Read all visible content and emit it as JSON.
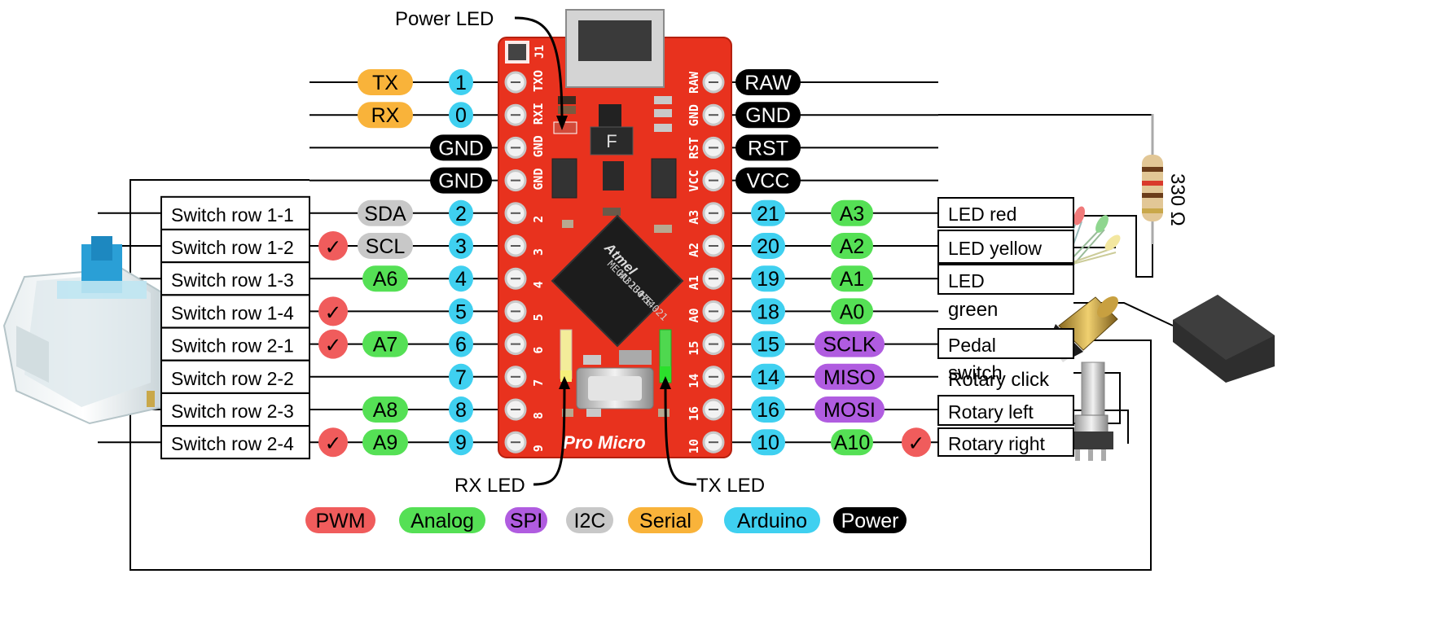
{
  "annotations": {
    "power_led": "Power LED",
    "rx_led": "RX LED",
    "tx_led": "TX LED"
  },
  "board": {
    "name": "Pro Micro",
    "chip_brand": "Atmel",
    "chip_lines": [
      "MEGA32U4",
      "MU",
      "1307E",
      "HS4021"
    ],
    "header_label": "J1",
    "regulator_label": "F",
    "left_silk": [
      "TXO",
      "RXI",
      "GND",
      "GND",
      "2",
      "3",
      "4",
      "5",
      "6",
      "7",
      "8",
      "9"
    ],
    "right_silk": [
      "RAW",
      "GND",
      "RST",
      "VCC",
      "A3",
      "A2",
      "A1",
      "A0",
      "15",
      "14",
      "16",
      "10"
    ]
  },
  "colors": {
    "pwm": "#f05c5c",
    "analog": "#55e055",
    "spi": "#b05ce0",
    "i2c": "#c8c8c8",
    "serial": "#f9b33a",
    "arduino": "#3fd0f0",
    "power": "#000000",
    "board_red": "#e8321e"
  },
  "left_pins": [
    {
      "arduino": "1",
      "serial": "TX"
    },
    {
      "arduino": "0",
      "serial": "RX"
    },
    {
      "power": "GND"
    },
    {
      "power": "GND"
    },
    {
      "arduino": "2",
      "i2c": "SDA",
      "connection": "Switch row 1-1"
    },
    {
      "arduino": "3",
      "i2c": "SCL",
      "pwm": "✓",
      "connection": "Switch row 1-2"
    },
    {
      "arduino": "4",
      "analog": "A6",
      "connection": "Switch row 1-3"
    },
    {
      "arduino": "5",
      "pwm": "✓",
      "connection": "Switch row 1-4"
    },
    {
      "arduino": "6",
      "analog": "A7",
      "pwm": "✓",
      "connection": "Switch row 2-1"
    },
    {
      "arduino": "7",
      "connection": "Switch row 2-2"
    },
    {
      "arduino": "8",
      "analog": "A8",
      "connection": "Switch row 2-3"
    },
    {
      "arduino": "9",
      "analog": "A9",
      "pwm": "✓",
      "connection": "Switch row 2-4"
    }
  ],
  "right_pins": [
    {
      "power": "RAW"
    },
    {
      "power": "GND"
    },
    {
      "power": "RST"
    },
    {
      "power": "VCC"
    },
    {
      "arduino": "21",
      "analog": "A3",
      "connection": "LED red"
    },
    {
      "arduino": "20",
      "analog": "A2",
      "connection": "LED yellow"
    },
    {
      "arduino": "19",
      "analog": "A1",
      "connection": "LED"
    },
    {
      "arduino": "18",
      "analog": "A0",
      "connection": "green"
    },
    {
      "arduino": "15",
      "spi": "SCLK",
      "connection": "Pedal"
    },
    {
      "arduino": "14",
      "spi": "MISO",
      "connection": "switch",
      "connection2": "Rotary click"
    },
    {
      "arduino": "16",
      "spi": "MOSI",
      "connection": "Rotary left"
    },
    {
      "arduino": "10",
      "analog": "A10",
      "pwm": "✓",
      "connection": "Rotary right"
    }
  ],
  "resistor": {
    "label": "330 Ω"
  },
  "legend": [
    {
      "label": "PWM",
      "color": "#f05c5c",
      "text_color": "#000000"
    },
    {
      "label": "Analog",
      "color": "#55e055",
      "text_color": "#000000"
    },
    {
      "label": "SPI",
      "color": "#b05ce0",
      "text_color": "#000000"
    },
    {
      "label": "I2C",
      "color": "#c8c8c8",
      "text_color": "#000000"
    },
    {
      "label": "Serial",
      "color": "#f9b33a",
      "text_color": "#000000"
    },
    {
      "label": "Arduino",
      "color": "#3fd0f0",
      "text_color": "#000000"
    },
    {
      "label": "Power",
      "color": "#000000",
      "text_color": "#ffffff"
    }
  ]
}
